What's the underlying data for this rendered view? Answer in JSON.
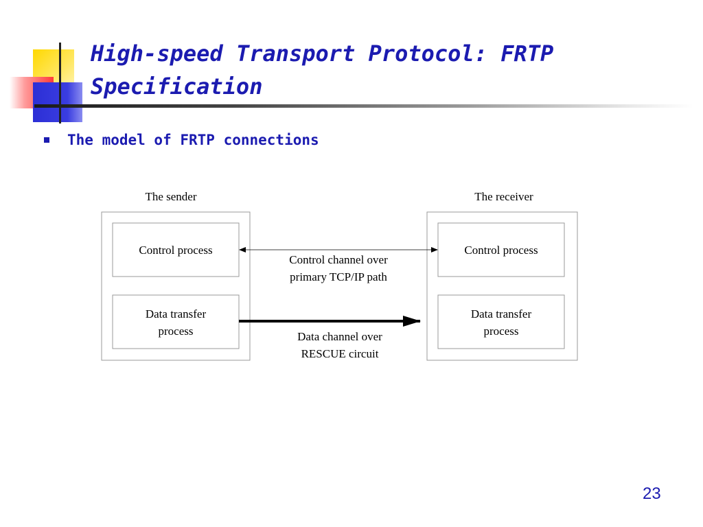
{
  "slide": {
    "title_line1": "High-speed Transport Protocol: FRTP",
    "title_line2": "Specification",
    "bullet": "The model of FRTP connections",
    "page_number": "23"
  },
  "diagram": {
    "sender_label": "The sender",
    "receiver_label": "The receiver",
    "sender_control": "Control process",
    "sender_data_line1": "Data transfer",
    "sender_data_line2": "process",
    "receiver_control": "Control process",
    "receiver_data_line1": "Data transfer",
    "receiver_data_line2": "process",
    "control_channel_line1": "Control channel over",
    "control_channel_line2": "primary TCP/IP path",
    "data_channel_line1": "Data channel over",
    "data_channel_line2": "RESCUE circuit"
  },
  "colors": {
    "title": "#1b1bb0",
    "box_border": "#999999"
  }
}
